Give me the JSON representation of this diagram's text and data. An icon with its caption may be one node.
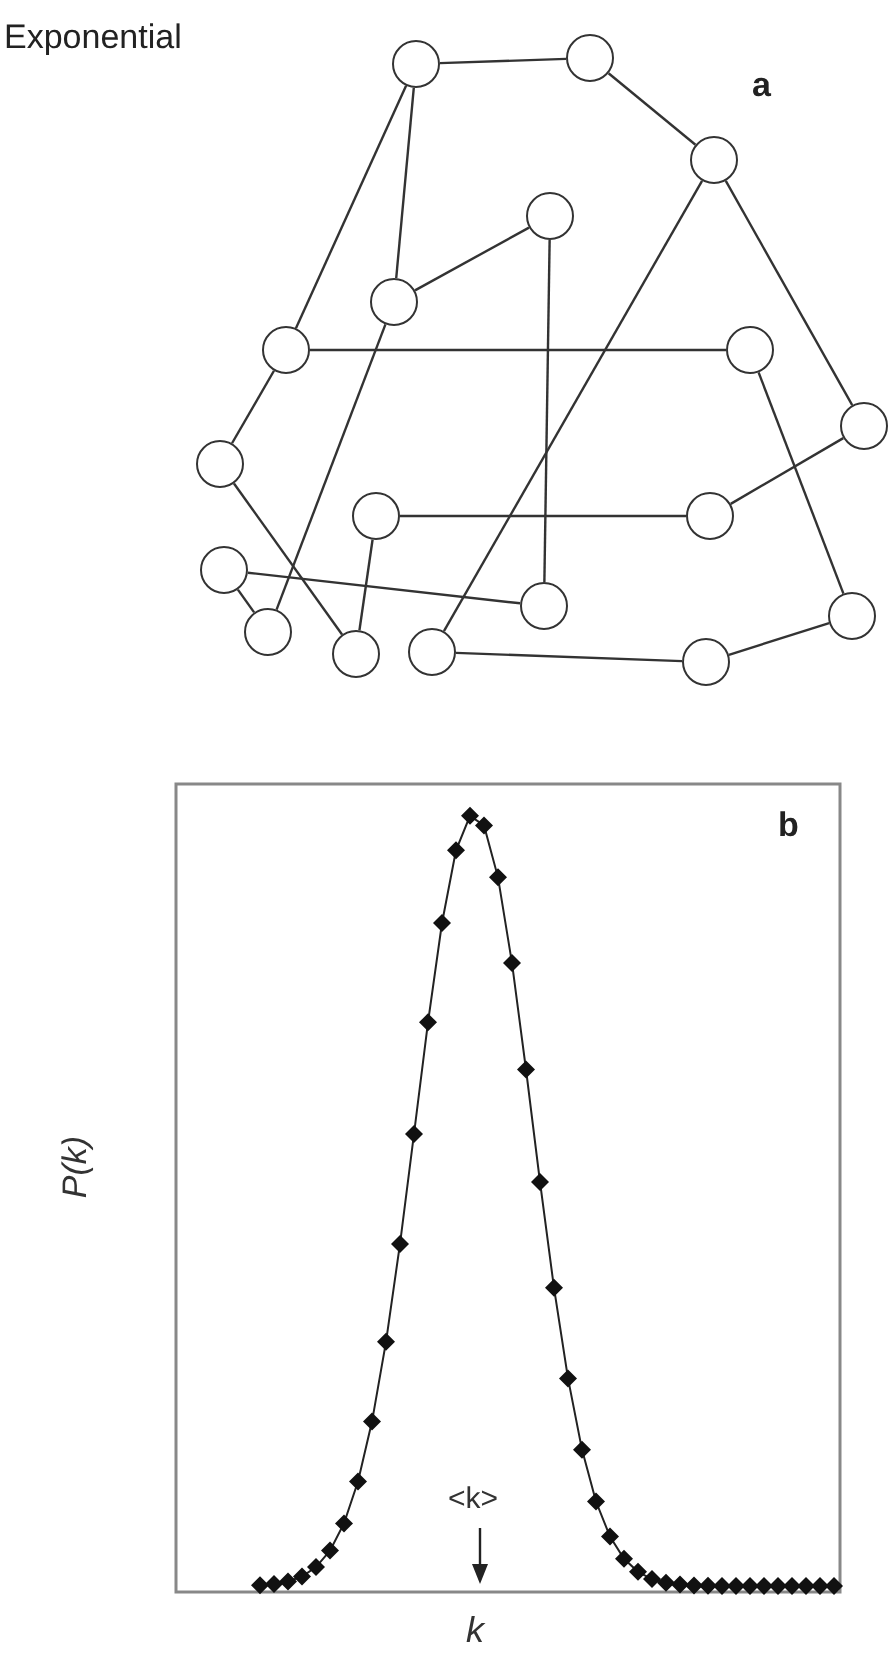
{
  "diagram": {
    "nodes": [
      {
        "text": [],
        "shape": "circle"
      },
      {
        "text": [],
        "shape": "circle"
      },
      {
        "text": [],
        "shape": "circle"
      },
      {
        "text": [],
        "shape": "circle"
      },
      {
        "text": [],
        "shape": "circle"
      },
      {
        "text": [],
        "shape": "circle"
      },
      {
        "text": [],
        "shape": "circle"
      },
      {
        "text": [],
        "shape": "circle"
      },
      {
        "text": [],
        "shape": "circle"
      },
      {
        "text": [],
        "shape": "circle"
      },
      {
        "text": [],
        "shape": "circle"
      },
      {
        "text": [],
        "shape": "circle"
      },
      {
        "text": [],
        "shape": "circle"
      },
      {
        "text": [],
        "shape": "circle"
      },
      {
        "text": [],
        "shape": "circle"
      },
      {
        "text": [],
        "shape": "circle"
      },
      {
        "text": [],
        "shape": "circle"
      },
      {
        "text": [],
        "shape": "circle"
      }
    ],
    "edges": [
      {
        "from": 0,
        "to": 1,
        "arrow": "none"
      },
      {
        "from": 1,
        "to": 2,
        "arrow": "none"
      },
      {
        "from": 0,
        "to": 5,
        "arrow": "none"
      },
      {
        "from": 0,
        "to": 4,
        "arrow": "none"
      },
      {
        "from": 4,
        "to": 3,
        "arrow": "none"
      },
      {
        "from": 3,
        "to": 12,
        "arrow": "none"
      },
      {
        "from": 2,
        "to": 15,
        "arrow": "none"
      },
      {
        "from": 2,
        "to": 7,
        "arrow": "none"
      },
      {
        "from": 5,
        "to": 6,
        "arrow": "none"
      },
      {
        "from": 5,
        "to": 8,
        "arrow": "none"
      },
      {
        "from": 6,
        "to": 17,
        "arrow": "none"
      },
      {
        "from": 7,
        "to": 10,
        "arrow": "none"
      },
      {
        "from": 9,
        "to": 10,
        "arrow": "none"
      },
      {
        "from": 9,
        "to": 14,
        "arrow": "none"
      },
      {
        "from": 8,
        "to": 14,
        "arrow": "none"
      },
      {
        "from": 4,
        "to": 13,
        "arrow": "none"
      },
      {
        "from": 11,
        "to": 13,
        "arrow": "none"
      },
      {
        "from": 11,
        "to": 12,
        "arrow": "none"
      },
      {
        "from": 15,
        "to": 16,
        "arrow": "none"
      },
      {
        "from": 16,
        "to": 17,
        "arrow": "none"
      }
    ],
    "labels": [
      "Exponential",
      "a",
      "b",
      "P(k)",
      "<k>",
      "k"
    ]
  }
}
